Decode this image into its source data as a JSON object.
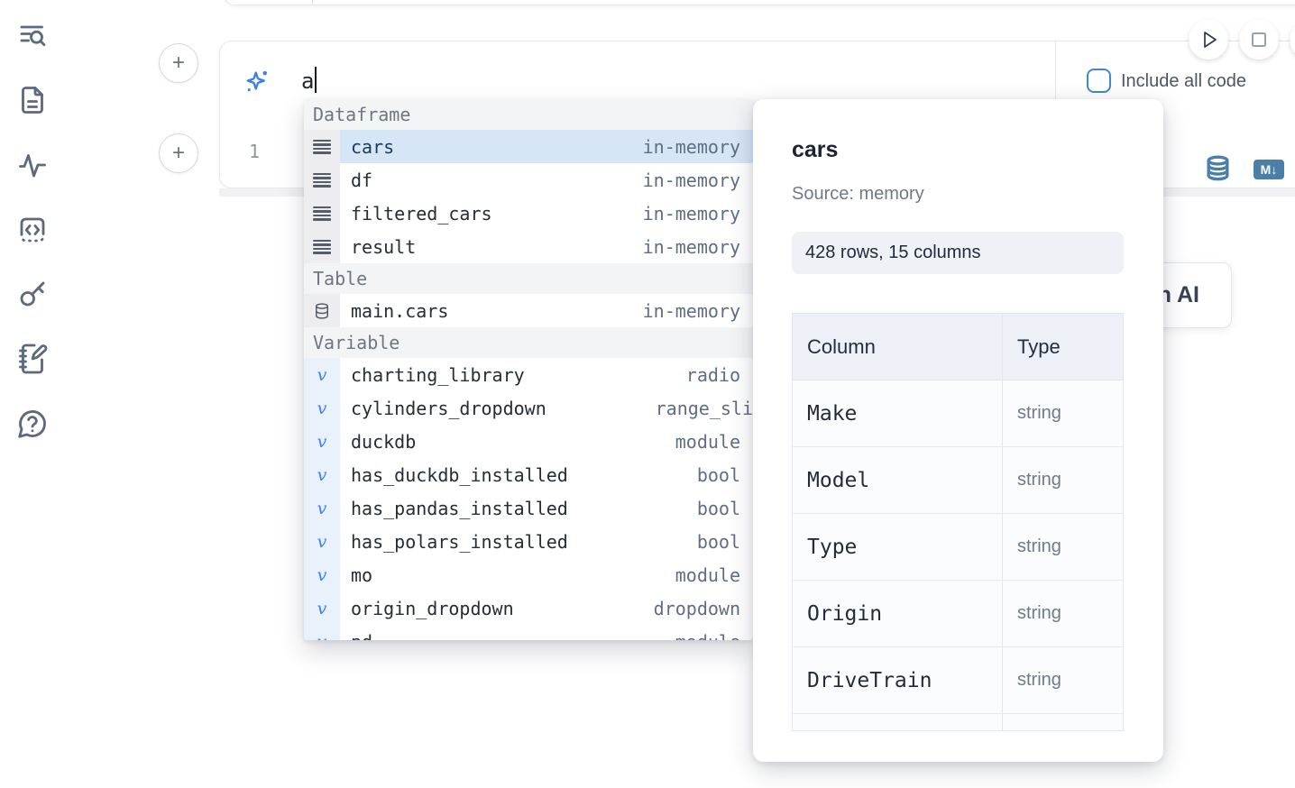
{
  "sidebar": {
    "icons": [
      {
        "name": "list-search-icon"
      },
      {
        "name": "document-icon"
      },
      {
        "name": "activity-icon"
      },
      {
        "name": "code-snippet-icon"
      },
      {
        "name": "key-icon"
      },
      {
        "name": "notebook-edit-icon"
      },
      {
        "name": "help-chat-icon"
      }
    ]
  },
  "toolbar": {
    "add_cell_label": "+",
    "include_all_code_label": "Include all code",
    "markdown_badge": "M↓"
  },
  "prompt": {
    "value": "a"
  },
  "editor": {
    "line_number": "1"
  },
  "autocomplete": {
    "sections": [
      {
        "label": "Dataframe",
        "items": [
          {
            "name": "cars",
            "type": "in-memory"
          },
          {
            "name": "df",
            "type": "in-memory"
          },
          {
            "name": "filtered_cars",
            "type": "in-memory"
          },
          {
            "name": "result",
            "type": "in-memory"
          }
        ]
      },
      {
        "label": "Table",
        "items": [
          {
            "name": "main.cars",
            "type": "in-memory"
          }
        ]
      },
      {
        "label": "Variable",
        "icon_glyph": "v",
        "items": [
          {
            "name": "charting_library",
            "type": "radio"
          },
          {
            "name": "cylinders_dropdown",
            "type": "range_sli"
          },
          {
            "name": "duckdb",
            "type": "module"
          },
          {
            "name": "has_duckdb_installed",
            "type": "bool"
          },
          {
            "name": "has_pandas_installed",
            "type": "bool"
          },
          {
            "name": "has_polars_installed",
            "type": "bool"
          },
          {
            "name": "mo",
            "type": "module"
          },
          {
            "name": "origin_dropdown",
            "type": "dropdown"
          },
          {
            "name": "pd",
            "type": "module"
          }
        ]
      }
    ]
  },
  "preview": {
    "title": "cars",
    "source": "Source: memory",
    "shape": "428 rows, 15 columns",
    "table": {
      "headers": [
        "Column",
        "Type"
      ],
      "rows": [
        {
          "column": "Make",
          "type": "string"
        },
        {
          "column": "Model",
          "type": "string"
        },
        {
          "column": "Type",
          "type": "string"
        },
        {
          "column": "Origin",
          "type": "string"
        },
        {
          "column": "DriveTrain",
          "type": "string"
        }
      ]
    }
  },
  "ai_button": {
    "visible_label": "h AI"
  },
  "colors": {
    "accent_blue": "#3f7fe8",
    "steel_blue": "#4c7fa8",
    "selected_row": "#d7e6f6",
    "checkbox_border": "#4285d9"
  }
}
